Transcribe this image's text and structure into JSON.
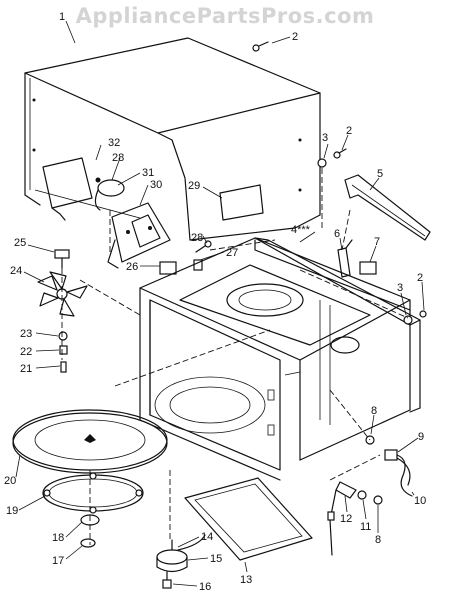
{
  "watermark": "AppliancePartsPros.com",
  "callouts": [
    {
      "id": "c1",
      "text": "1"
    },
    {
      "id": "c2a",
      "text": "2"
    },
    {
      "id": "c2b",
      "text": "2"
    },
    {
      "id": "c2c",
      "text": "2"
    },
    {
      "id": "c3a",
      "text": "3"
    },
    {
      "id": "c3b",
      "text": "3"
    },
    {
      "id": "c4",
      "text": "4***"
    },
    {
      "id": "c5",
      "text": "5"
    },
    {
      "id": "c6",
      "text": "6"
    },
    {
      "id": "c7",
      "text": "7"
    },
    {
      "id": "c8a",
      "text": "8"
    },
    {
      "id": "c8b",
      "text": "8"
    },
    {
      "id": "c9",
      "text": "9"
    },
    {
      "id": "c10",
      "text": "10"
    },
    {
      "id": "c11",
      "text": "11"
    },
    {
      "id": "c12",
      "text": "12"
    },
    {
      "id": "c13",
      "text": "13"
    },
    {
      "id": "c14",
      "text": "14"
    },
    {
      "id": "c15",
      "text": "15"
    },
    {
      "id": "c16",
      "text": "16"
    },
    {
      "id": "c17",
      "text": "17"
    },
    {
      "id": "c18",
      "text": "18"
    },
    {
      "id": "c19",
      "text": "19"
    },
    {
      "id": "c20",
      "text": "20"
    },
    {
      "id": "c21",
      "text": "21"
    },
    {
      "id": "c22",
      "text": "22"
    },
    {
      "id": "c23",
      "text": "23"
    },
    {
      "id": "c24",
      "text": "24"
    },
    {
      "id": "c25",
      "text": "25"
    },
    {
      "id": "c26",
      "text": "26"
    },
    {
      "id": "c27",
      "text": "27"
    },
    {
      "id": "c28a",
      "text": "28"
    },
    {
      "id": "c28b",
      "text": "28"
    },
    {
      "id": "c29",
      "text": "29"
    },
    {
      "id": "c30",
      "text": "30"
    },
    {
      "id": "c31",
      "text": "31"
    },
    {
      "id": "c32",
      "text": "32"
    }
  ]
}
